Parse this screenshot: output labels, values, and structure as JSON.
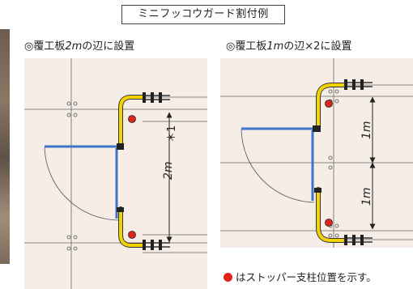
{
  "title": "ミニフッコウガード割付例",
  "left": {
    "caption_prefix": "◎覆工板",
    "caption_dim": "2m",
    "caption_suffix": "の辺に設置",
    "dimension_label": "2m",
    "note_label": "＊1"
  },
  "right": {
    "caption_prefix": "◎覆工板",
    "caption_dim": "1m",
    "caption_suffix": "の辺×2に設置",
    "dim_upper": "1m",
    "dim_lower": "1m"
  },
  "legend": {
    "text": "はストッパー支柱位置を示す。"
  },
  "colors": {
    "panel_bg": "#f5ede6",
    "guard_yellow": "#f2d200",
    "stopper_red": "#e0241b",
    "door_blue": "#3f74c8"
  }
}
